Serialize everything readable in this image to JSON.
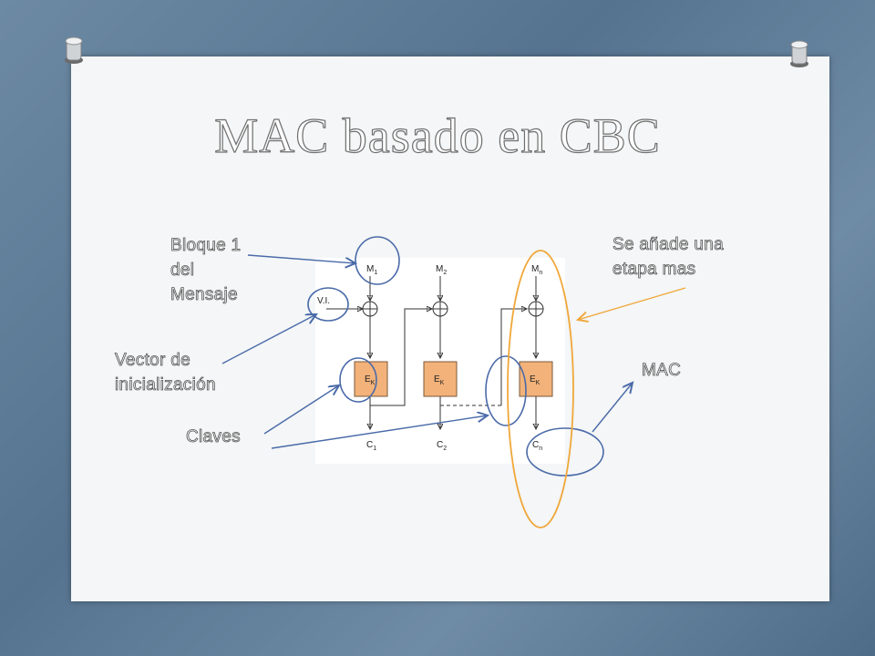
{
  "slide": {
    "title": "MAC basado en CBC"
  },
  "annotations": {
    "bloque_line1": "Bloque 1",
    "bloque_line2": "del",
    "bloque_line3": "Mensaje",
    "vector_line1": "Vector de",
    "vector_line2": "inicialización",
    "claves": "Claves",
    "etapa_line1": "Se añade una",
    "etapa_line2": "etapa mas",
    "mac": "MAC"
  },
  "diagram": {
    "iv_label": "V.I.",
    "blocks": [
      {
        "m": "M",
        "m_sub": "1",
        "e": "E",
        "e_sub": "K",
        "c": "C",
        "c_sub": "1"
      },
      {
        "m": "M",
        "m_sub": "2",
        "e": "E",
        "e_sub": "K",
        "c": "C",
        "c_sub": "2"
      },
      {
        "m": "M",
        "m_sub": "n",
        "e": "E",
        "e_sub": "K",
        "c": "C",
        "c_sub": "n"
      }
    ]
  },
  "colors": {
    "highlight_blue": "#4a6aa8",
    "highlight_orange": "#f0a73a",
    "block_fill": "#f2b27a",
    "block_stroke": "#7a5a3a"
  }
}
